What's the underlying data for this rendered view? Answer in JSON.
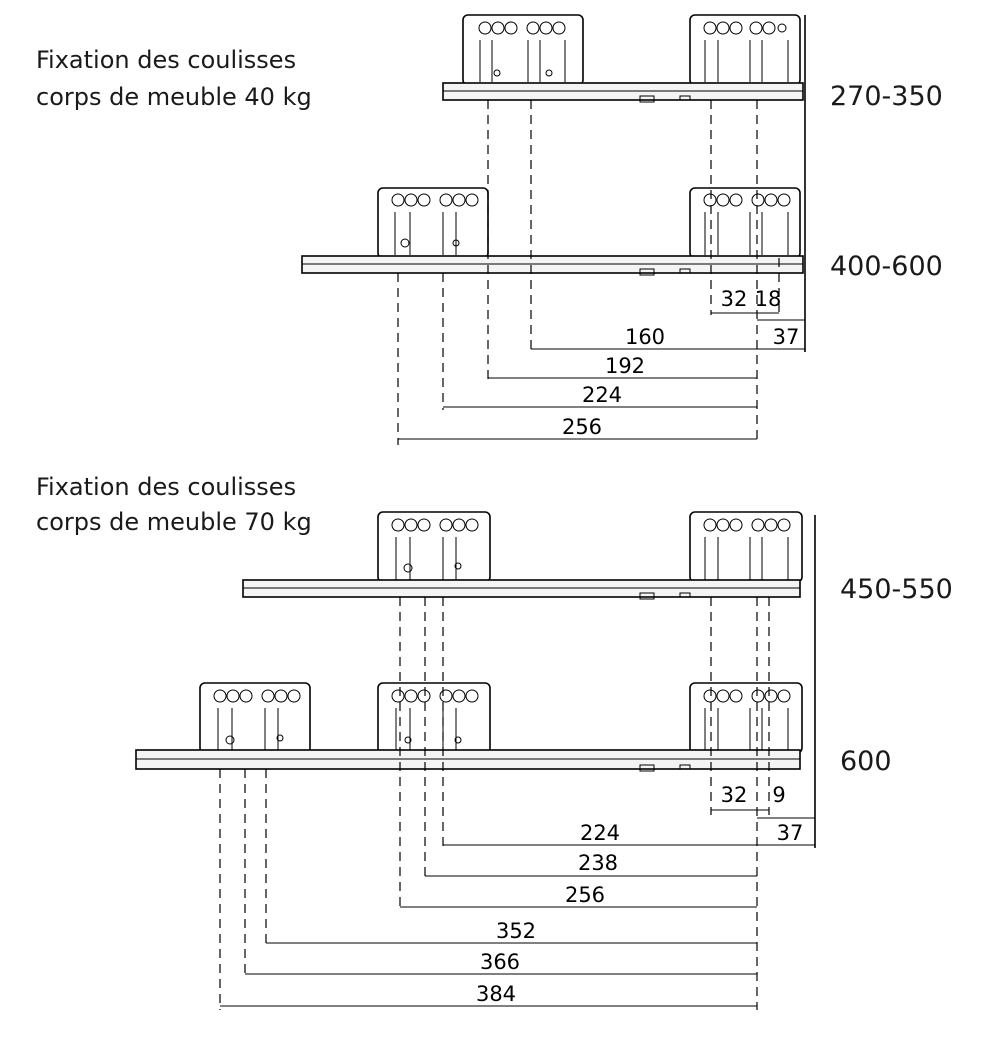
{
  "sections": [
    {
      "title_line1": "Fixation des coulisses",
      "title_line2": "corps de meuble 40 kg",
      "rails": [
        {
          "length": "270-350"
        },
        {
          "length": "400-600"
        }
      ],
      "dims": {
        "d32": "32",
        "d18": "18",
        "d160": "160",
        "d37": "37",
        "d192": "192",
        "d224": "224",
        "d256": "256"
      }
    },
    {
      "title_line1": "Fixation des coulisses",
      "title_line2": "corps de meuble 70 kg",
      "rails": [
        {
          "length": "450-550"
        },
        {
          "length": "600"
        }
      ],
      "dims": {
        "d32": "32",
        "d9": "9",
        "d224": "224",
        "d37": "37",
        "d238": "238",
        "d256": "256",
        "d352": "352",
        "d366": "366",
        "d384": "384"
      }
    }
  ]
}
